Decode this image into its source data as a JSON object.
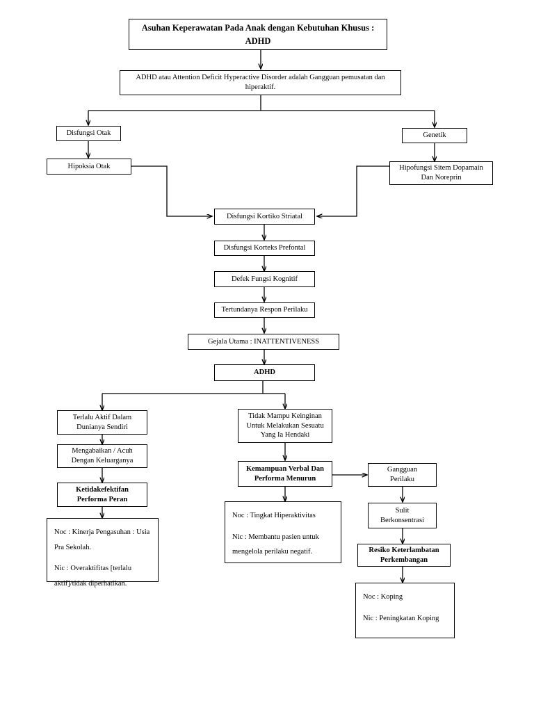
{
  "document": {
    "title_line1": "Asuhan Keperawatan Pada Anak dengan Kebutuhan Khusus :",
    "title_line2": "ADHD"
  },
  "nodes": {
    "title": {
      "line1": "Asuhan Keperawatan Pada Anak dengan Kebutuhan Khusus :",
      "line2": "ADHD"
    },
    "definition": {
      "line1": "ADHD atau Attention Deficit Hyperactive Disorder adalah Gangguan pemusatan dan",
      "line2": "hiperaktif."
    },
    "disfungsi_otak": {
      "line1": "Disfungsi Otak"
    },
    "genetik": {
      "line1": "Genetik"
    },
    "hipoksia_otak": {
      "line1": "Hipoksia Otak"
    },
    "hipofungsi": {
      "line1": "Hipofungsi Sitem Dopamain",
      "line2": "Dan Noreprin"
    },
    "kortiko_striatal": {
      "line1": "Disfungsi Kortiko Striatal"
    },
    "korteks_prefontal": {
      "line1": "Disfungsi Korteks Prefontal"
    },
    "defek_kognitif": {
      "line1": "Defek Fungsi Kognitif"
    },
    "respon_perilaku": {
      "line1": "Tertundanya Respon Perilaku"
    },
    "gejala_utama": {
      "line1": "Gejala Utama : INATTENTIVENESS"
    },
    "adhd": {
      "line1": "ADHD"
    },
    "terlalu_aktif": {
      "line1": "Terlalu Aktif Dalam",
      "line2": "Dunianya Sendiri"
    },
    "mengabaikan": {
      "line1": "Mengabaikan / Acuh",
      "line2": "Dengan Keluarganya"
    },
    "ketidakefektifan": {
      "line1": "Ketidakefektifan",
      "line2": "Performa Peran"
    },
    "noc_nic_kiri": {
      "line1": "Noc : Kinerja Pengasuhan : Usia",
      "line2": "Pra Sekolah.",
      "line3": "Nic : Overaktifitas [terlalu",
      "line4": "aktif]/tidak diperhatikan."
    },
    "tidak_mampu": {
      "line1": "Tidak Mampu Keinginan",
      "line2": "Untuk Melakukan Sesuatu",
      "line3": "Yang Ia Hendaki"
    },
    "kemampuan_verbal": {
      "line1": "Kemampuan Verbal Dan",
      "line2": "Performa Menurun"
    },
    "noc_nic_tengah": {
      "line1": "Noc : Tingkat Hiperaktivitas",
      "line2": "Nic : Membantu pasien untuk",
      "line3": "mengelola perilaku negatif."
    },
    "gangguan_perilaku": {
      "line1": "Gangguan",
      "line2": "Perilaku"
    },
    "sulit_berkonsentrasi": {
      "line1": "Sulit",
      "line2": "Berkonsentrasi"
    },
    "resiko_keterlambatan": {
      "line1": "Resiko Keterlambatan",
      "line2": "Perkembangan"
    },
    "noc_nic_kanan": {
      "line1": "Noc : Koping",
      "line2": "Nic : Peningkatan Koping"
    }
  },
  "colors": {
    "background": "#ffffff",
    "stroke": "#000000",
    "text": "#000000"
  }
}
